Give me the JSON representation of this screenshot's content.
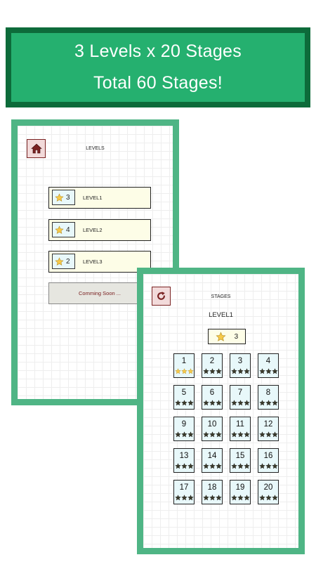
{
  "banner": {
    "line1": "3 Levels x 20 Stages",
    "line2": "Total 60 Stages!"
  },
  "levels_screen": {
    "title": "LEVELS",
    "home_icon": "home-icon",
    "levels": [
      {
        "label": "LEVEL1",
        "stars": "3"
      },
      {
        "label": "LEVEL2",
        "stars": "4"
      },
      {
        "label": "LEVEL3",
        "stars": "2"
      }
    ],
    "coming_soon": "Comming Soon ..."
  },
  "stages_screen": {
    "title": "STAGES",
    "back_icon": "refresh-icon",
    "level_name": "LEVEL1",
    "total_stars": "3",
    "stages": [
      {
        "number": "1",
        "stars_earned": 3
      },
      {
        "number": "2",
        "stars_earned": 0
      },
      {
        "number": "3",
        "stars_earned": 0
      },
      {
        "number": "4",
        "stars_earned": 0
      },
      {
        "number": "5",
        "stars_earned": 0
      },
      {
        "number": "6",
        "stars_earned": 0
      },
      {
        "number": "7",
        "stars_earned": 0
      },
      {
        "number": "8",
        "stars_earned": 0
      },
      {
        "number": "9",
        "stars_earned": 0
      },
      {
        "number": "10",
        "stars_earned": 0
      },
      {
        "number": "11",
        "stars_earned": 0
      },
      {
        "number": "12",
        "stars_earned": 0
      },
      {
        "number": "13",
        "stars_earned": 0
      },
      {
        "number": "14",
        "stars_earned": 0
      },
      {
        "number": "15",
        "stars_earned": 0
      },
      {
        "number": "16",
        "stars_earned": 0
      },
      {
        "number": "17",
        "stars_earned": 0
      },
      {
        "number": "18",
        "stars_earned": 0
      },
      {
        "number": "19",
        "stars_earned": 0
      },
      {
        "number": "20",
        "stars_earned": 0
      }
    ]
  },
  "colors": {
    "banner_dark": "#0d6b3a",
    "banner_light": "#25b06f",
    "frame_green": "#4fb585",
    "star_gold": "#f7c948",
    "star_empty": "#3a3a2a"
  }
}
